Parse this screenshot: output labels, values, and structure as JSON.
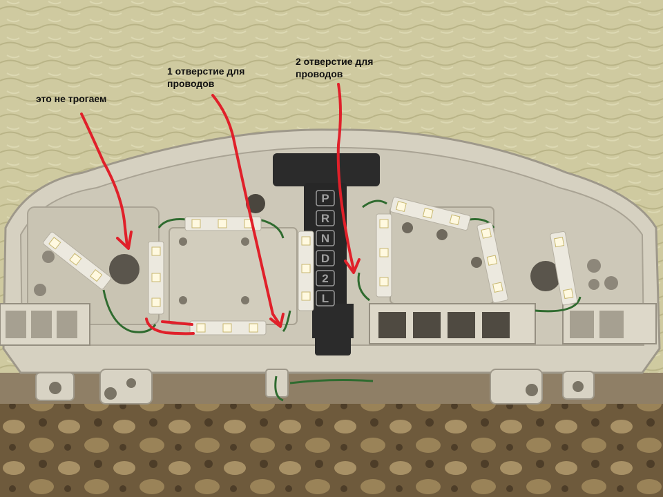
{
  "annotations": {
    "no_touch": "это не трогаем",
    "hole1_line1": "1 отверстие для",
    "hole1_line2": "проводов",
    "hole2_line1": "2 отверстие для",
    "hole2_line2": "проводов"
  },
  "gear_labels": [
    "P",
    "R",
    "N",
    "D",
    "2",
    "L"
  ],
  "colors": {
    "wall": "#cfcaa0",
    "panel": "#d8d3c4",
    "arrow": "#e0202a",
    "led_strip": "#ece9df",
    "wire": "#2f6b2f",
    "fabric": "#6e5a3c"
  }
}
